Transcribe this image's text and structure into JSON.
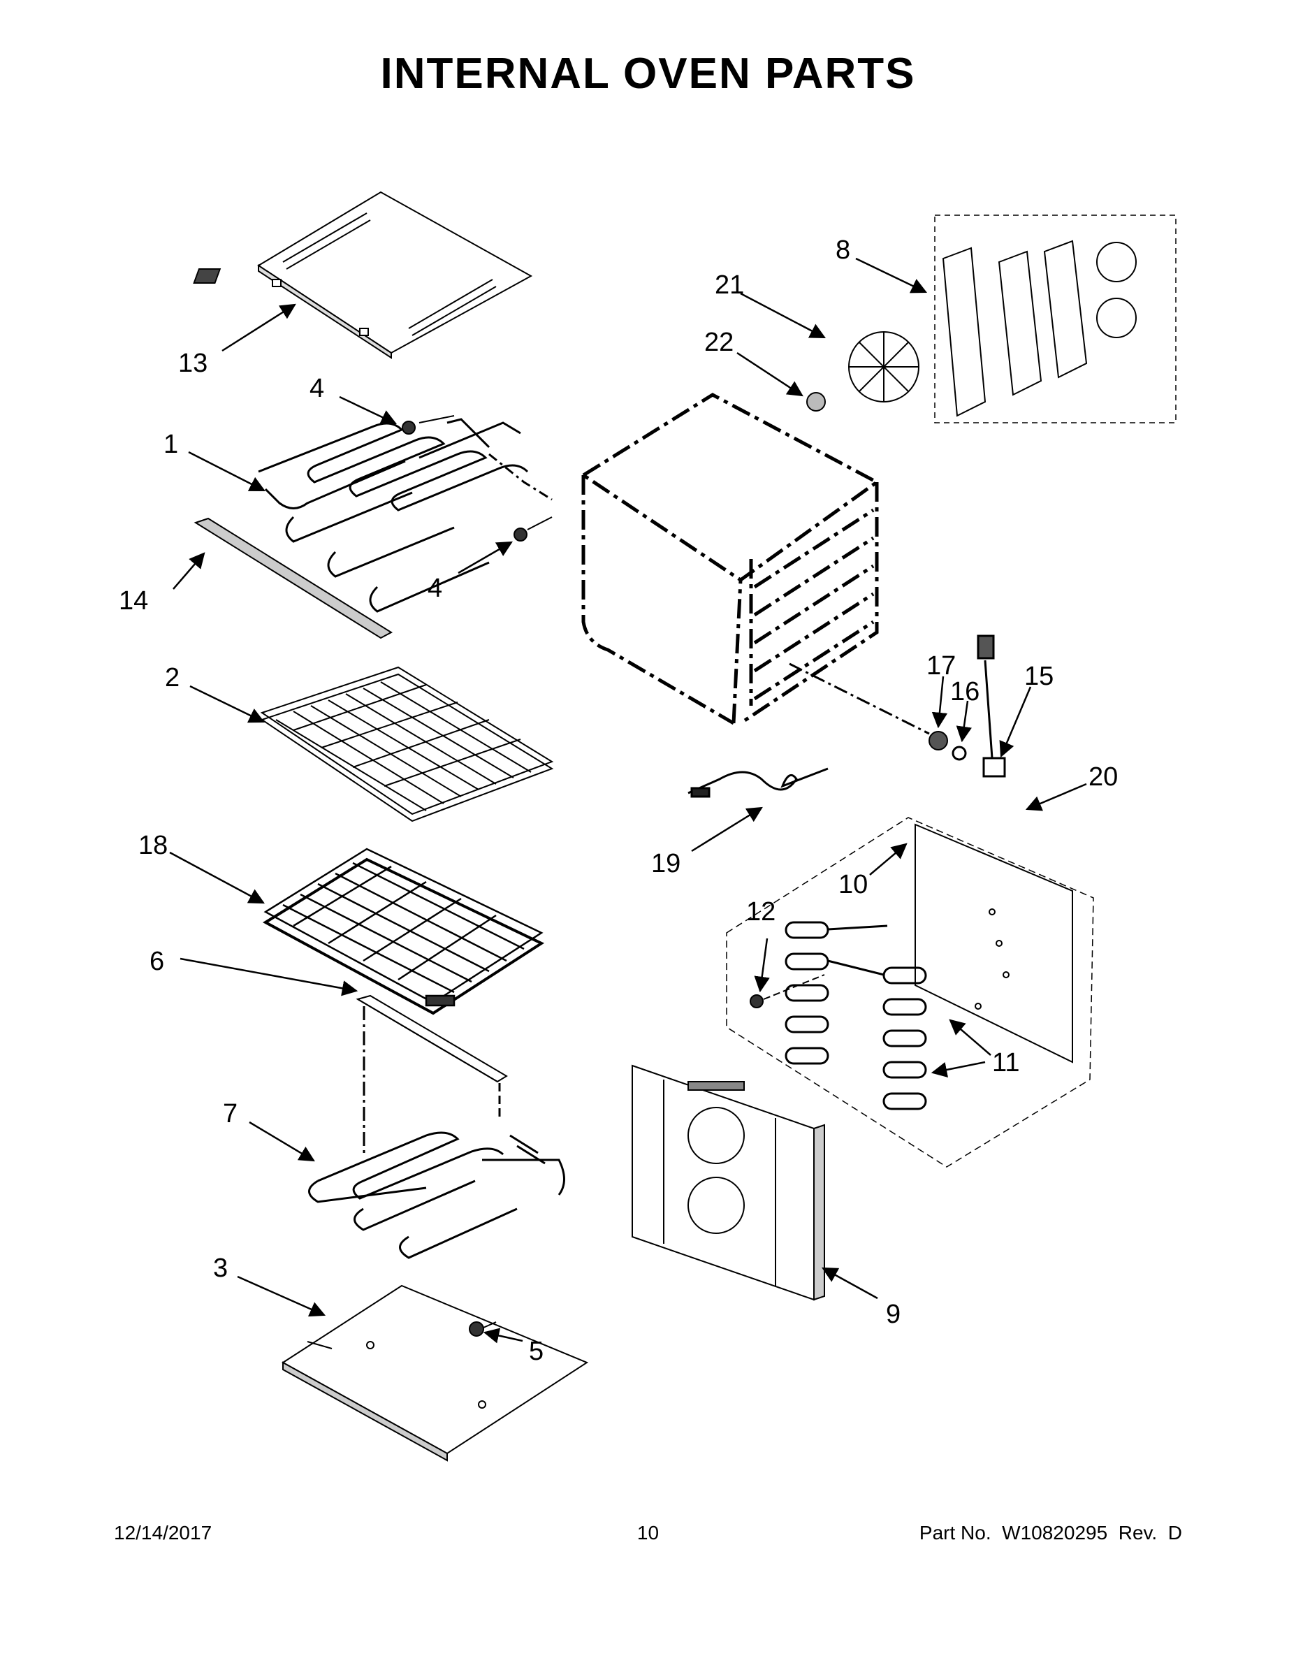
{
  "title": "INTERNAL OVEN PARTS",
  "callouts": {
    "n1": "1",
    "n2": "2",
    "n3": "3",
    "n4a": "4",
    "n4b": "4",
    "n5": "5",
    "n6": "6",
    "n7": "7",
    "n8": "8",
    "n9": "9",
    "n10": "10",
    "n11": "11",
    "n12": "12",
    "n13": "13",
    "n14": "14",
    "n15": "15",
    "n16": "16",
    "n17": "17",
    "n18": "18",
    "n19": "19",
    "n20": "20",
    "n21": "21",
    "n22": "22"
  },
  "footer": {
    "date": "12/14/2017",
    "page": "10",
    "part": "Part No.  W10820295  Rev.  D"
  }
}
